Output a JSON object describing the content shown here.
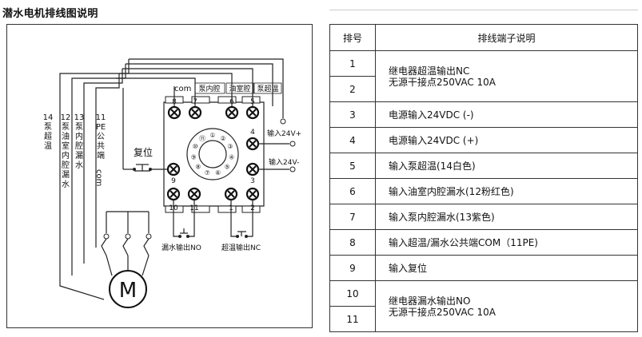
{
  "title": "潜水电机排线图说明",
  "diagram": {
    "labels": {
      "wire14": [
        "14",
        "泵",
        "超",
        "温"
      ],
      "wire12": [
        "12",
        "泵",
        "油",
        "室",
        "内",
        "腔",
        "漏",
        "水"
      ],
      "wire13": [
        "13",
        "泵",
        "内",
        "腔",
        "漏",
        "水"
      ],
      "wire11": [
        "11",
        "PE",
        "公",
        "共",
        "端",
        "com"
      ],
      "reset": "复位",
      "com": "com",
      "pump_inner": "泵内腔",
      "oil_chamber": "油室腔",
      "pump_overtemp": "泵超温",
      "input_plus": "输入24V+",
      "input_minus": "输入24V-",
      "leak_out_no": "漏水输出NO",
      "overtemp_out_nc": "超温输出NC",
      "motor": "M",
      "terminals_top": [
        "8",
        "7",
        "6",
        "5"
      ],
      "terminal_4": "4",
      "terminal_9": "9",
      "terminal_3": "3",
      "terminals_bottom": [
        "10",
        "11",
        "1",
        "2"
      ],
      "dial": [
        "①",
        "②",
        "③",
        "④",
        "⑤",
        "⑥",
        "⑦",
        "⑧",
        "⑨",
        "⑩",
        "⑪"
      ]
    }
  },
  "table": {
    "headers": [
      "排号",
      "排线端子说明"
    ],
    "rows": [
      {
        "no": "1",
        "desc": "继电器超温输出NC\n无源干接点250VAC 10A",
        "rowspan": 2
      },
      {
        "no": "2",
        "desc": null
      },
      {
        "no": "3",
        "desc": "电源输入24VDC (-)"
      },
      {
        "no": "4",
        "desc": "电源输入24VDC (+)"
      },
      {
        "no": "5",
        "desc": "输入泵超温(14白色)"
      },
      {
        "no": "6",
        "desc": "输入油室内腔漏水(12粉红色)"
      },
      {
        "no": "7",
        "desc": "输入泵内腔漏水(13紫色)"
      },
      {
        "no": "8",
        "desc": "输入超温/漏水公共端COM（11PE)"
      },
      {
        "no": "9",
        "desc": "输入复位"
      },
      {
        "no": "10",
        "desc": "继电器漏水输出NO\n无源干接点250VAC 10A",
        "rowspan": 2
      },
      {
        "no": "11",
        "desc": null
      }
    ]
  }
}
